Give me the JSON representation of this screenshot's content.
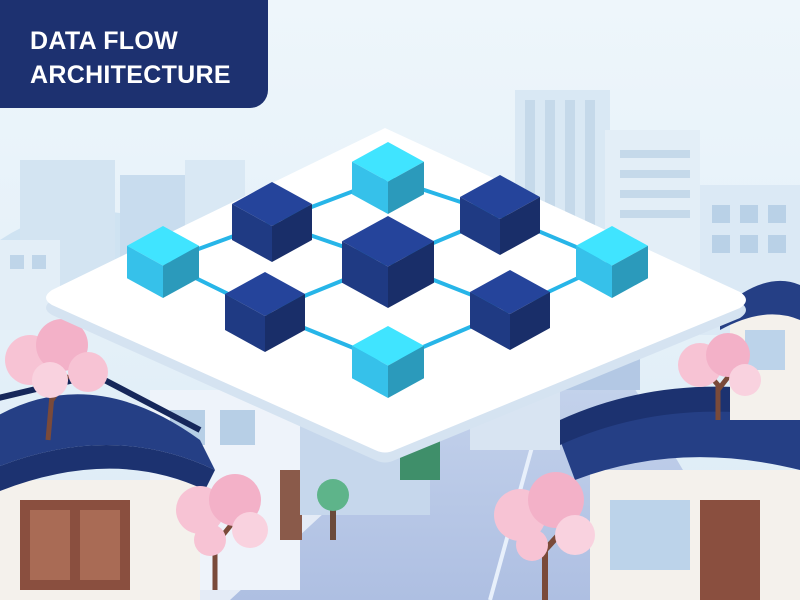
{
  "title": {
    "line1": "DATA FLOW",
    "line2": "ARCHITECTURE"
  },
  "palette": {
    "title_bg": "#1d3170",
    "node_dark": "#1f3a83",
    "node_light": "#36c1ea",
    "connector": "#27b5e8",
    "platform": "#ffffff",
    "roof_tile": "#253f85",
    "blossom": "#f7c3d4",
    "sky": "#e6f1f9"
  },
  "diagram": {
    "nodes": [
      {
        "id": "n-top",
        "tone": "light"
      },
      {
        "id": "n-upper-left",
        "tone": "dark"
      },
      {
        "id": "n-upper-right",
        "tone": "dark"
      },
      {
        "id": "n-left",
        "tone": "light"
      },
      {
        "id": "n-center",
        "tone": "dark"
      },
      {
        "id": "n-right",
        "tone": "light"
      },
      {
        "id": "n-lower-left",
        "tone": "dark"
      },
      {
        "id": "n-lower-right",
        "tone": "dark"
      },
      {
        "id": "n-bottom",
        "tone": "light"
      }
    ],
    "edges": [
      [
        "n-top",
        "n-upper-left"
      ],
      [
        "n-top",
        "n-upper-right"
      ],
      [
        "n-upper-left",
        "n-left"
      ],
      [
        "n-upper-left",
        "n-center"
      ],
      [
        "n-upper-right",
        "n-center"
      ],
      [
        "n-upper-right",
        "n-right"
      ],
      [
        "n-left",
        "n-lower-left"
      ],
      [
        "n-center",
        "n-lower-left"
      ],
      [
        "n-center",
        "n-lower-right"
      ],
      [
        "n-right",
        "n-lower-right"
      ],
      [
        "n-lower-left",
        "n-bottom"
      ],
      [
        "n-lower-right",
        "n-bottom"
      ]
    ]
  }
}
